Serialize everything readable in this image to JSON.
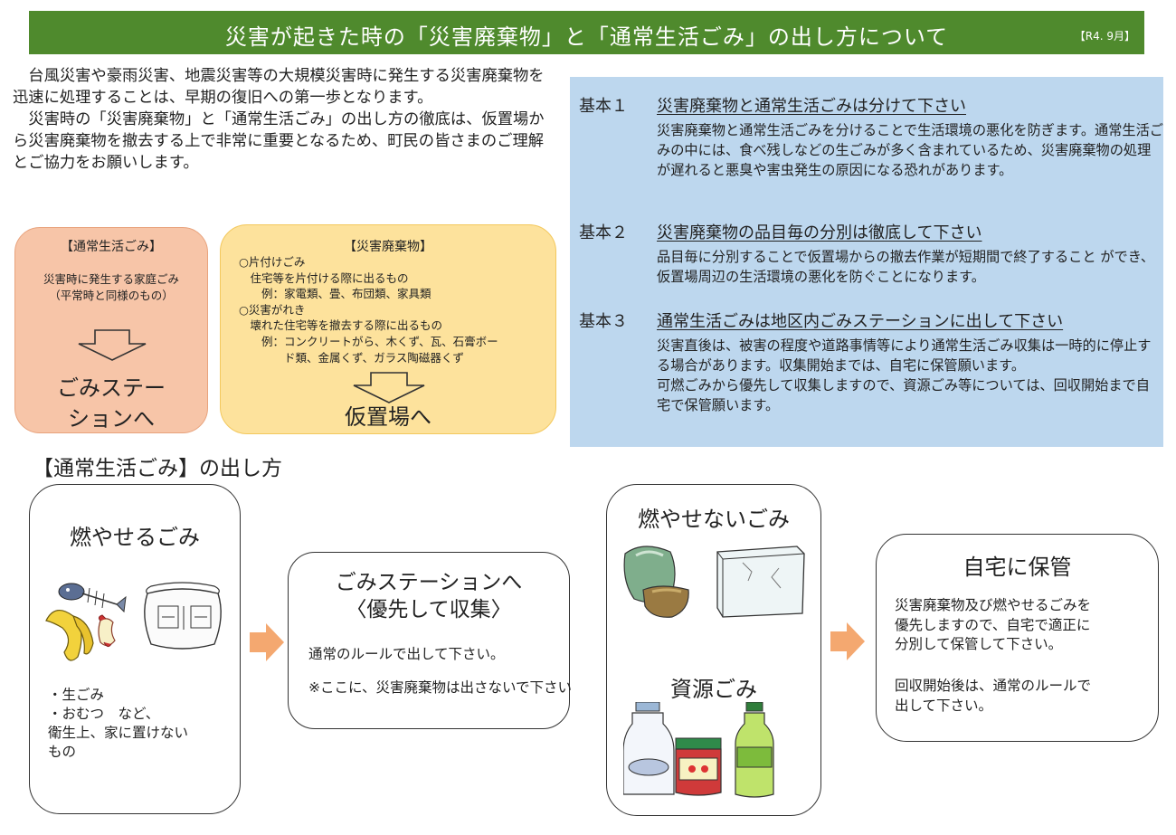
{
  "header": {
    "title": "災害が起きた時の「災害廃棄物」と「通常生活ごみ」の出し方について",
    "date": "【R4. 9月】"
  },
  "intro": {
    "p1": "台風災害や豪雨災害、地震災害等の大規模災害時に発生する災害廃棄物を迅速に処理することは、早期の復旧への第一歩となります。",
    "p2": "災害時の「災害廃棄物」と「通常生活ごみ」の出し方の徹底は、仮置場から災害廃棄物を撤去する上で非常に重要となるため、町民の皆さまのご理解とご協力をお願いします。"
  },
  "card_normal": {
    "title": "【通常生活ごみ】",
    "desc_line1": "災害時に発生する家庭ごみ",
    "desc_line2": "（平常時と同様のもの）",
    "dest_line1": "ごみステー",
    "dest_line2": "ションへ"
  },
  "card_disaster": {
    "title": "【災害廃棄物】",
    "lines": [
      "○片付けごみ",
      "　住宅等を片付ける際に出るもの",
      "　　例：家電類、畳、布団類、家具類",
      "○災害がれき",
      "　壊れた住宅等を撤去する際に出るもの",
      "　　例：コンクリートがら、木くず、瓦、石膏ボー",
      "　　　　ド類、金属くず、ガラス陶磁器くず"
    ],
    "dest": "仮置場へ"
  },
  "basics": [
    {
      "num": "基本１",
      "head": "災害廃棄物と通常生活ごみは分けて下さい",
      "text": "災害廃棄物と通常生活ごみを分けることで生活環境の悪化を防ぎます。通常生活ごみの中には、食べ残しなどの生ごみが多く含まれているため、災害廃棄物の処理が遅れると悪臭や害虫発生の原因になる恐れがあります。"
    },
    {
      "num": "基本２",
      "head": "災害廃棄物の品目毎の分別は徹底して下さい",
      "text": "品目毎に分別することで仮置場からの撤去作業が短期間で終了すること ができ、仮置場周辺の生活環境の悪化を防ぐことになります。"
    },
    {
      "num": "基本３",
      "head": "通常生活ごみは地区内ごみステーションに出して下さい",
      "text": "災害直後は、被害の程度や道路事情等により通常生活ごみ収集は一時的に停止する場合があります。収集開始までは、自宅に保管願います。\n可燃ごみから優先して収集しますので、資源ごみ等については、回収開始まで自宅で保管願います。"
    }
  ],
  "section_title": "【通常生活ごみ】の出し方",
  "box_burnable": {
    "title": "燃やせるごみ",
    "desc": "・生ごみ\n・おむつ　など、\n衛生上、家に置けない\nもの"
  },
  "box_station": {
    "title": "ごみステーションへ\n〈優先して収集〉",
    "line1": "通常のルールで出して下さい。",
    "line2": "※ここに、災害廃棄物は出さないで下さい"
  },
  "box_nonburn": {
    "title1": "燃やせないごみ",
    "title2": "資源ごみ"
  },
  "box_home": {
    "title": "自宅に保管",
    "p1": "災害廃棄物及び燃やせるごみを\n優先しますので、自宅で適正に\n分別して保管して下さい。",
    "p2": "回収開始後は、通常のルールで\n出して下さい。"
  },
  "colors": {
    "header_green": "#4f8a2d",
    "pink_card": "#f7c5a8",
    "yellow_card": "#fde29c",
    "blue_panel": "#bdd7ee",
    "arrow_orange": "#f4a870"
  }
}
